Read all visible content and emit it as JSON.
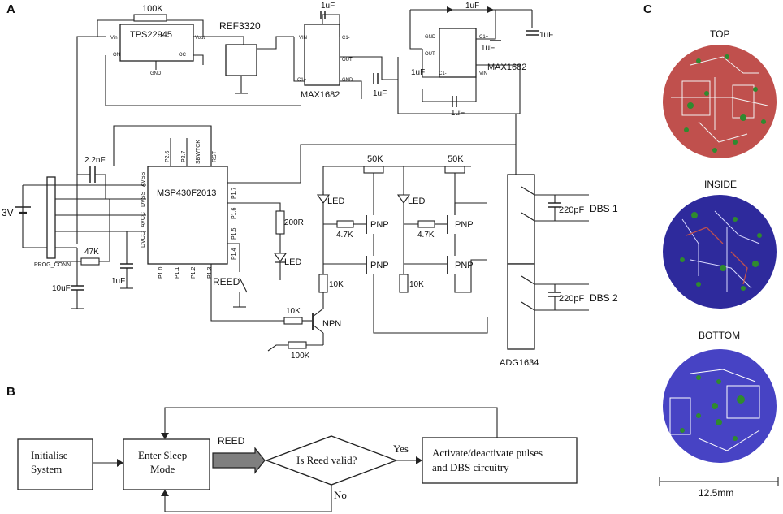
{
  "panels": {
    "a": "A",
    "b": "B",
    "c": "C"
  },
  "schematic": {
    "ics": {
      "tps": "TPS22945",
      "ref": "REF3320",
      "max1": "MAX1682",
      "max2": "MAX1682",
      "mcu": "MSP430F2013",
      "adg": "ADG1634"
    },
    "tps_pins": {
      "vin": "Vin",
      "vout": "Vout",
      "on": "ON",
      "oc": "OC",
      "gnd": "GND"
    },
    "max1_pins": {
      "vin": "VIN",
      "c1p": "C1-",
      "out": "OUT",
      "c1m": "C1+",
      "gnd": "GND"
    },
    "max2_pins": {
      "gnd": "GND",
      "out": "OUT",
      "c1p": "C1+",
      "c1m": "C1-",
      "vin": "VIN"
    },
    "mcu_pins_top": [
      "P2.6",
      "P2.7",
      "SBWTCK",
      "RST"
    ],
    "mcu_pins_left": [
      "AVSS",
      "DVSS",
      "AVCC",
      "DVCC"
    ],
    "mcu_pins_right": [
      "P1.7",
      "P1.6",
      "P1.5",
      "P1.4"
    ],
    "mcu_pins_bottom": [
      "P1.0",
      "P1.1",
      "P1.2",
      "P1.3"
    ],
    "components": {
      "r_top": "100K",
      "c_max1": "1uF",
      "c_max1_out": "1uF",
      "c_max2a": "1uF",
      "c_max2b": "1uF",
      "c_max2c": "1uF",
      "c_max2d": "1uF",
      "c_prog": "2.2nF",
      "battery": "3V",
      "prog_conn": "PROG_CONN",
      "r47k": "47K",
      "c10u": "10uF",
      "c1u_left": "1uF",
      "r200": "200R",
      "led_mcu": "LED",
      "reed": "REED",
      "pot1": "50K",
      "pot2": "50K",
      "led1": "LED",
      "led2": "LED",
      "r4k7a": "4.7K",
      "r4k7b": "4.7K",
      "pnp1": "PNP",
      "pnp2": "PNP",
      "pnp3": "PNP",
      "pnp4": "PNP",
      "r10ka": "10K",
      "r10kb": "10K",
      "npn": "NPN",
      "r10kc": "10K",
      "r100k": "100K",
      "c220a": "220pF",
      "c220b": "220pF",
      "dbs1": "DBS 1",
      "dbs2": "DBS 2"
    }
  },
  "flowchart": {
    "init": [
      "Initialise",
      "System"
    ],
    "sleep": [
      "Enter Sleep",
      "Mode"
    ],
    "reed_arrow": "REED",
    "decision": "Is Reed valid?",
    "yes": "Yes",
    "no": "No",
    "activate": [
      "Activate/deactivate pulses",
      "and DBS circuitry"
    ]
  },
  "pcb": {
    "top": "TOP",
    "inside": "INSIDE",
    "bottom": "BOTTOM",
    "scale": "12.5mm"
  }
}
